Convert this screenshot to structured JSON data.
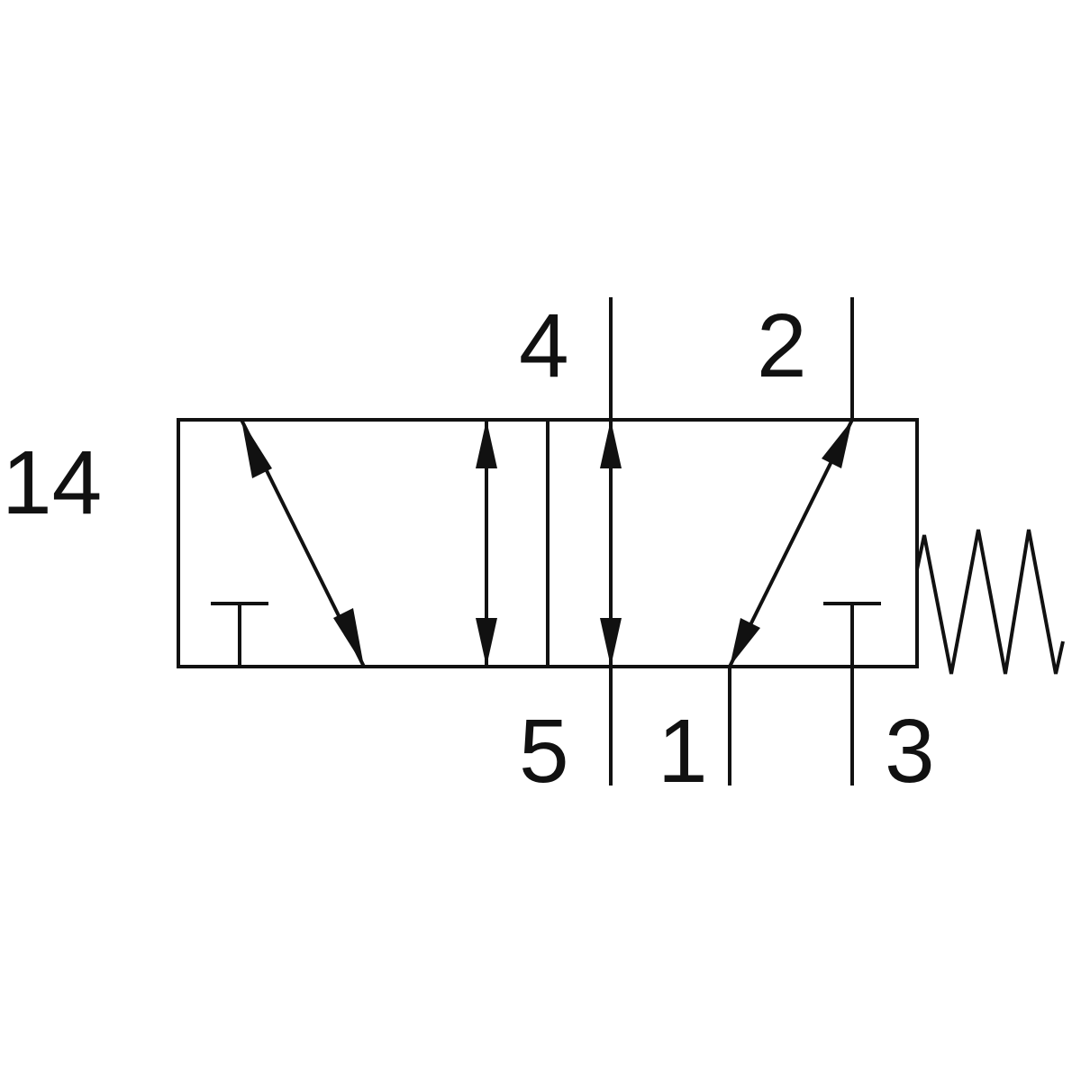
{
  "ports": {
    "pilot": "14",
    "port_4": "4",
    "port_2": "2",
    "port_5": "5",
    "port_1": "1",
    "port_3": "3"
  },
  "colors": {
    "stroke": "#111111",
    "background": "#ffffff"
  }
}
